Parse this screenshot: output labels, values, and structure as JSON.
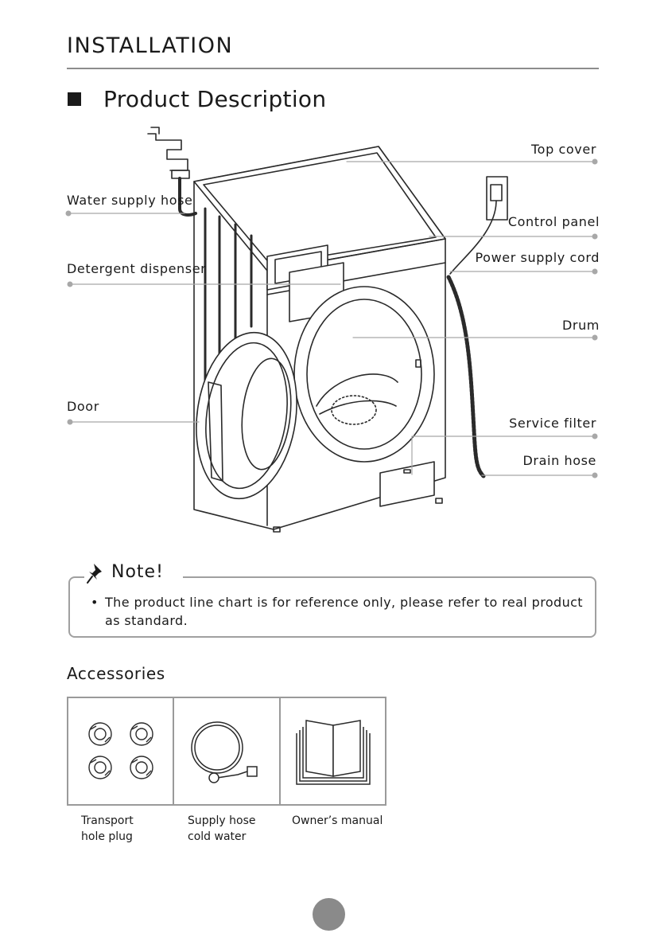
{
  "header": {
    "title": "INSTALLATION",
    "subtitle": "Product Description"
  },
  "callouts": {
    "top_cover": "Top cover",
    "water_supply_hose": "Water supply hose",
    "control_panel": "Control panel",
    "power_supply_cord": "Power supply cord",
    "detergent_dispenser": "Detergent dispenser",
    "drum": "Drum",
    "door": "Door",
    "service_filter": "Service filter",
    "drain_hose": "Drain hose"
  },
  "note": {
    "title": "Note!",
    "bullet": "•",
    "text": "The product line chart is for reference only, please refer to real product as standard."
  },
  "accessories": {
    "title": "Accessories",
    "items": [
      {
        "label_line1": "Transport",
        "label_line2": "hole plug",
        "icon": "transport-hole-plug-icon"
      },
      {
        "label_line1": "Supply hose",
        "label_line2": "cold water",
        "icon": "supply-hose-icon"
      },
      {
        "label_line1": "Owner’s manual",
        "label_line2": "",
        "icon": "owners-manual-icon"
      }
    ]
  },
  "colors": {
    "text": "#1a1a1a",
    "rule": "#8c8c8c",
    "leader_line": "#a8a8a8",
    "page_dot": "#8a8a8a"
  }
}
